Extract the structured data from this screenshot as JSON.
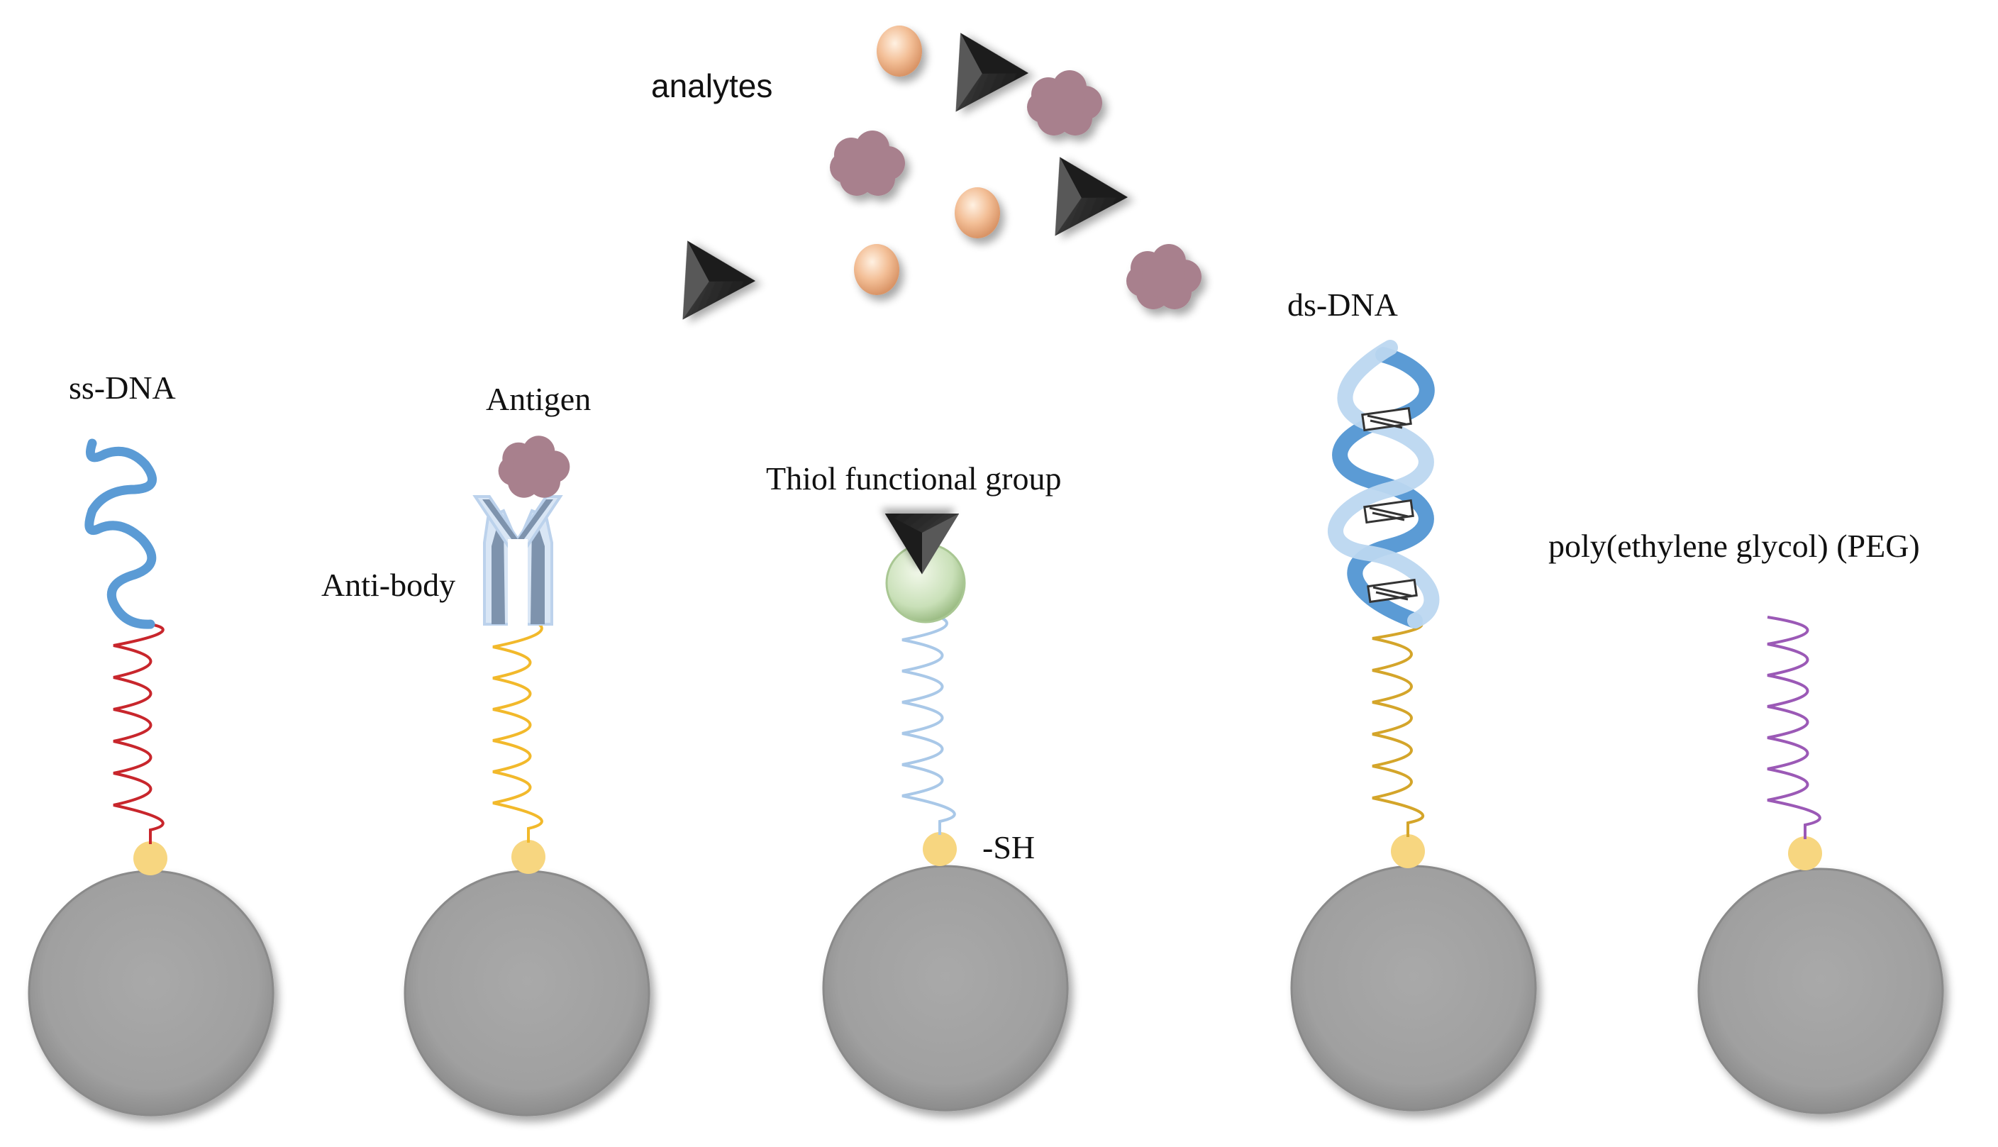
{
  "labels": {
    "analytes": "analytes",
    "ss_dna": "ss-DNA",
    "antigen": "Antigen",
    "antibody": "Anti-body",
    "thiol_group": "Thiol functional group",
    "sh": "-SH",
    "ds_dna": "ds-DNA",
    "peg": "poly(ethylene glycol) (PEG)"
  },
  "colors": {
    "nanoparticle": "#a6a6a6",
    "thiol_anchor": "#f7d680",
    "linker_red": "#c8262c",
    "linker_yellow": "#f2b92b",
    "linker_light_blue": "#a9c8e8",
    "linker_gold": "#d4a52a",
    "linker_purple": "#9b59b6",
    "dna_blue": "#5b9bd5",
    "analyte_protein": "#a8808d",
    "analyte_sphere": "#f3bf97",
    "analyte_pyramid": "#3a3a3a",
    "antibody_blue": "#7e93ad"
  }
}
